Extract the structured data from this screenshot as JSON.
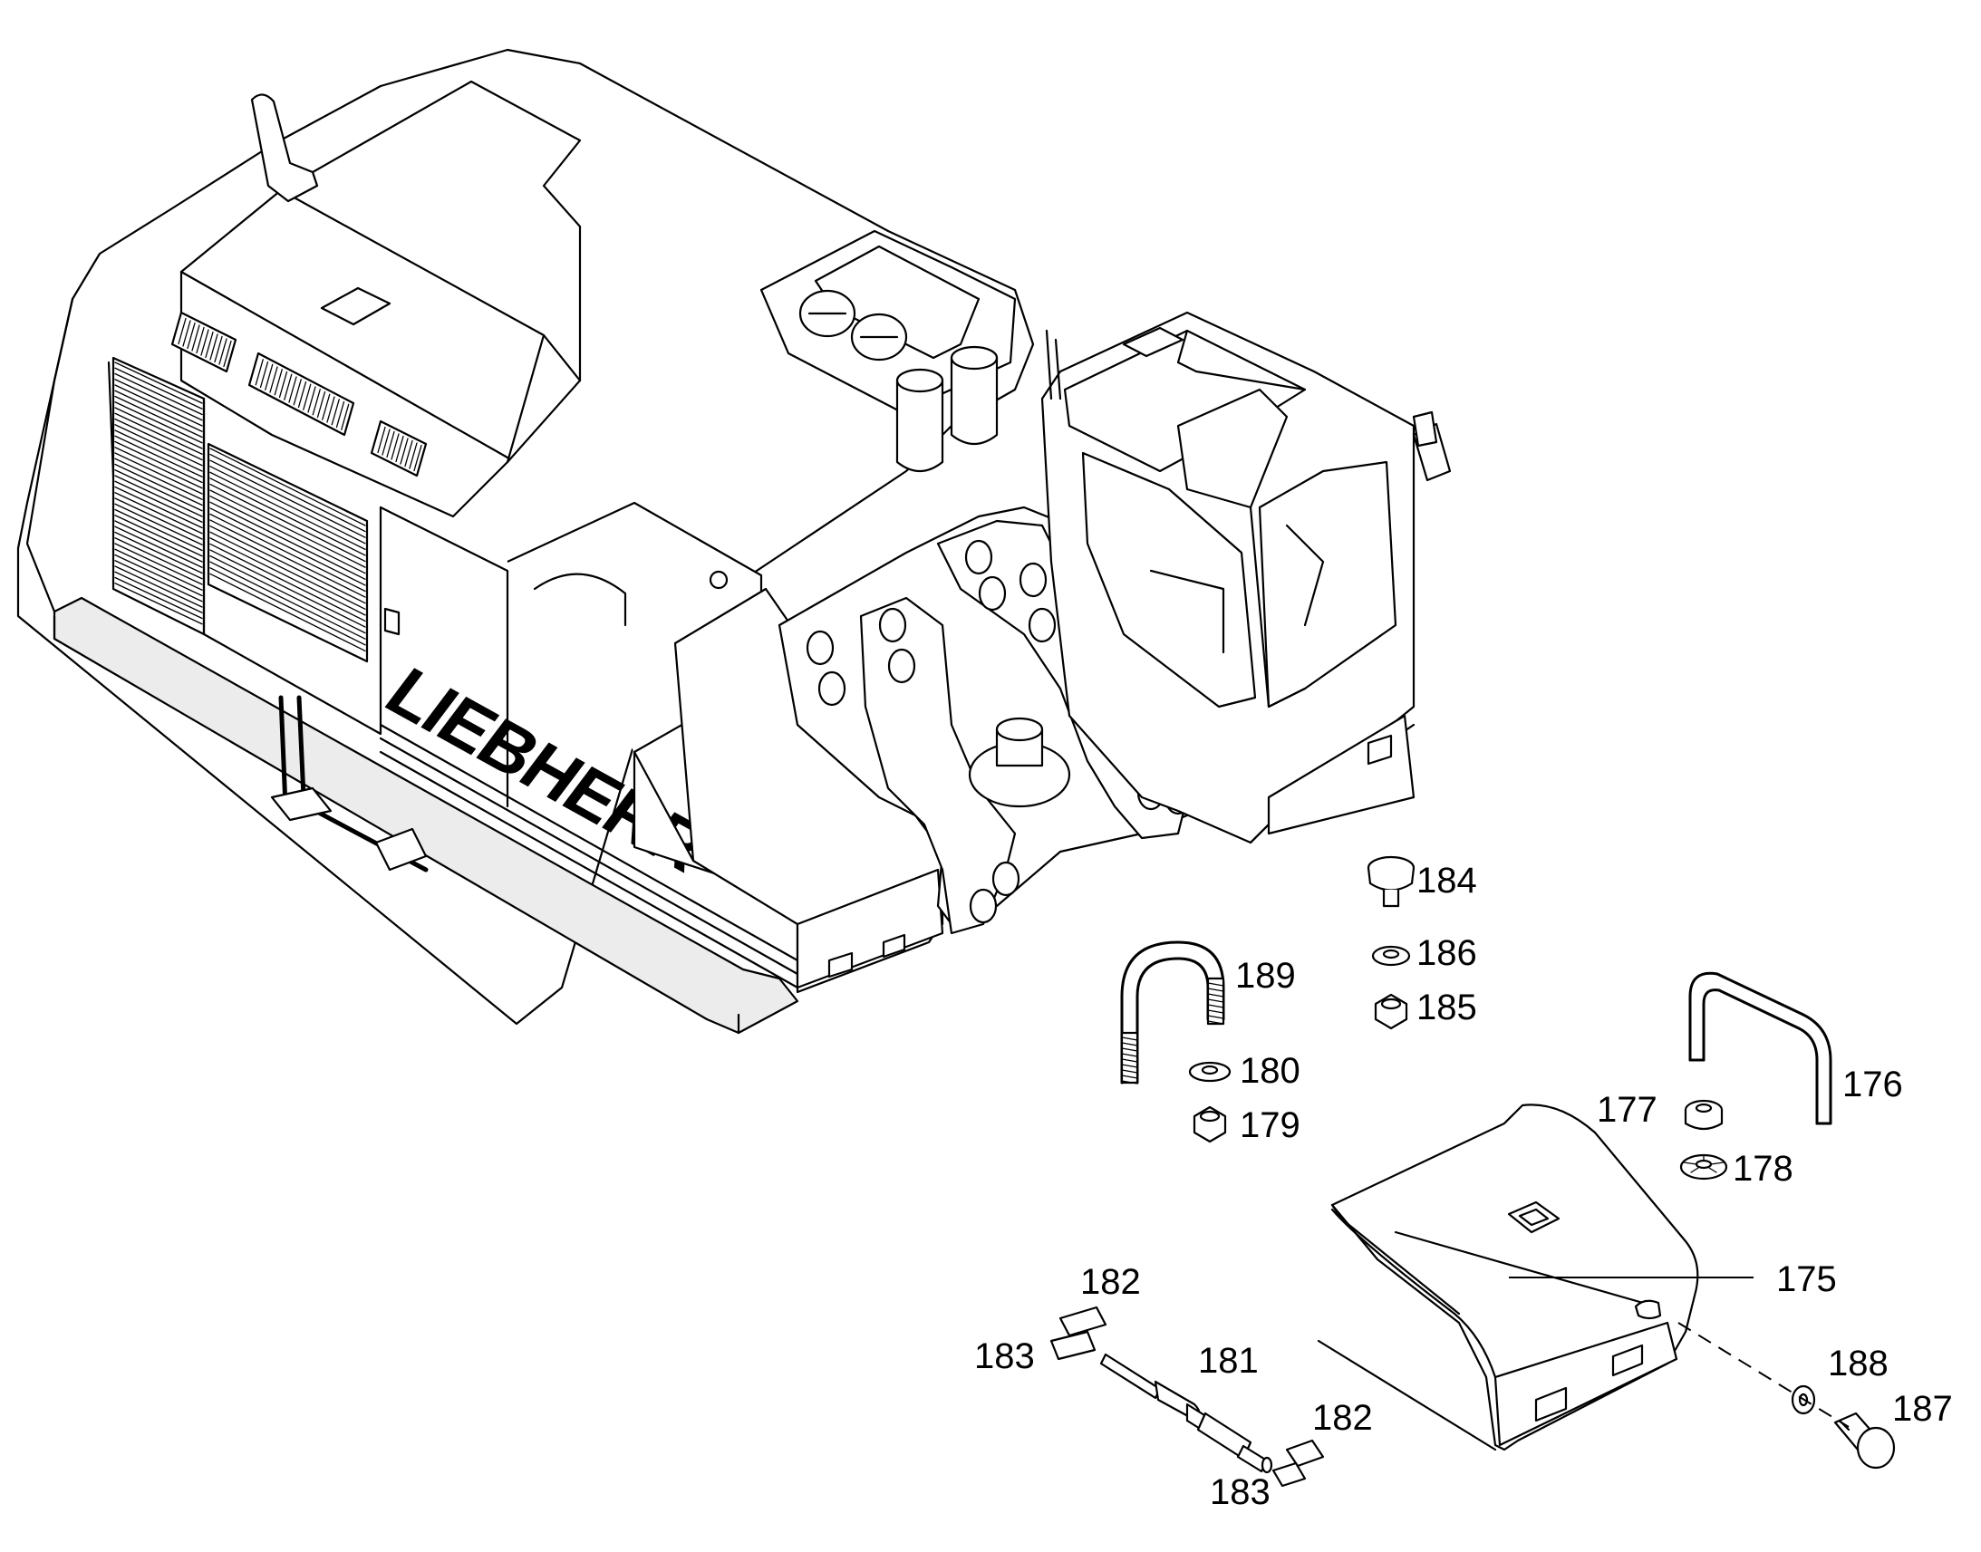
{
  "brand": {
    "logo_text": "LIEBHERR"
  },
  "callouts": {
    "c175": "175",
    "c176": "176",
    "c177": "177",
    "c178": "178",
    "c179": "179",
    "c180": "180",
    "c181": "181",
    "c182a": "182",
    "c182b": "182",
    "c183a": "183",
    "c183b": "183",
    "c184": "184",
    "c185": "185",
    "c186": "186",
    "c187": "187",
    "c188": "188",
    "c189": "189"
  },
  "colors": {
    "line": "#000000",
    "background": "#ffffff"
  }
}
